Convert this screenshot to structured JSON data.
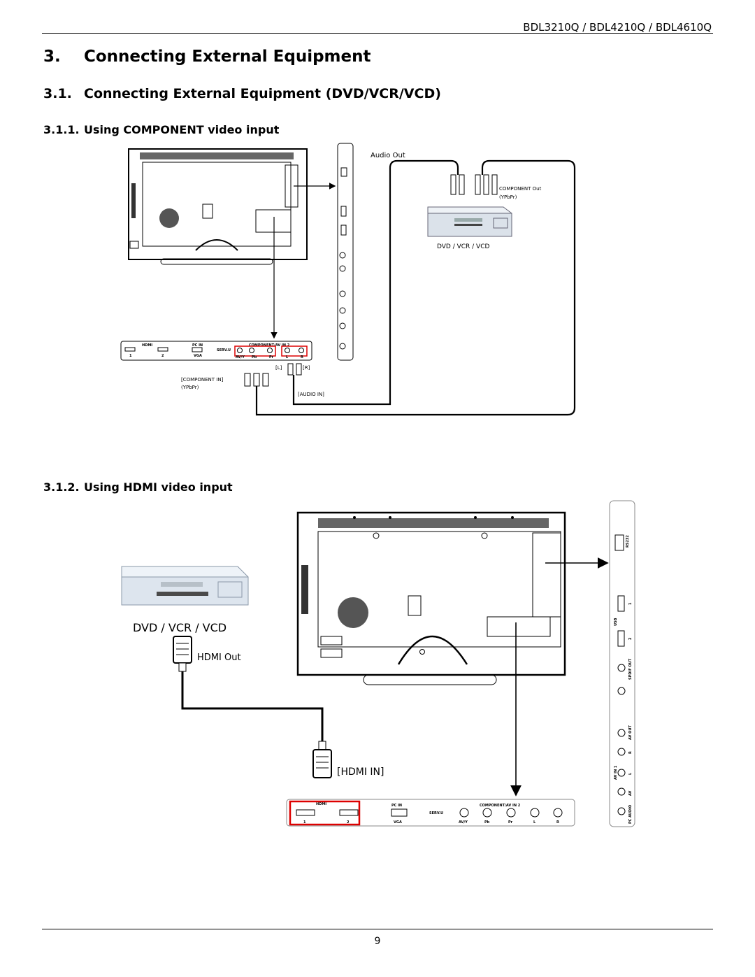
{
  "header": {
    "model_text": "BDL3210Q / BDL4210Q / BDL4610Q"
  },
  "section": {
    "number": "3.",
    "title": "Connecting External Equipment"
  },
  "subsection": {
    "number": "3.1.",
    "title": "Connecting External Equipment (DVD/VCR/VCD)"
  },
  "sub1": {
    "number": "3.1.1.",
    "title": "Using COMPONENT video input",
    "labels": {
      "audio_out": "Audio Out",
      "component_out": "COMPONENT Out",
      "ypbpr_out": "(YPbPr)",
      "device": "DVD / VCR / VCD",
      "component_in": "[COMPONENT IN]",
      "ypbpr_in": "(YPbPr)",
      "audio_in": "[AUDIO IN]",
      "l_jack": "[L]",
      "r_jack": "[R]"
    }
  },
  "sub2": {
    "number": "3.1.2.",
    "title": "Using HDMI video input",
    "labels": {
      "device": "DVD / VCR / VCD",
      "hdmi_out": "HDMI Out",
      "hdmi_in": "[HDMI IN]"
    }
  },
  "panel_labels": {
    "hdmi": "HDMI",
    "hdmi_1": "1",
    "hdmi_2": "2",
    "pc_in": "PC IN",
    "vga": "VGA",
    "serv_u": "SERV.U",
    "component_av_in_2": "COMPONENT/AV IN 2",
    "av_y": "AV/Y",
    "pb": "Pb",
    "pr": "Pr",
    "l": "L",
    "r": "R"
  },
  "side_labels": {
    "rs232": "RS232",
    "usb": "USB",
    "usb_1": "1",
    "usb_2": "2",
    "spdif_out": "SPDIF OUT",
    "av_out": "AV OUT",
    "av_in_1": "AV IN 1",
    "pc_audio": "PC AUDIO",
    "av": "AV",
    "r": "R",
    "l": "L"
  },
  "page_number": "9"
}
